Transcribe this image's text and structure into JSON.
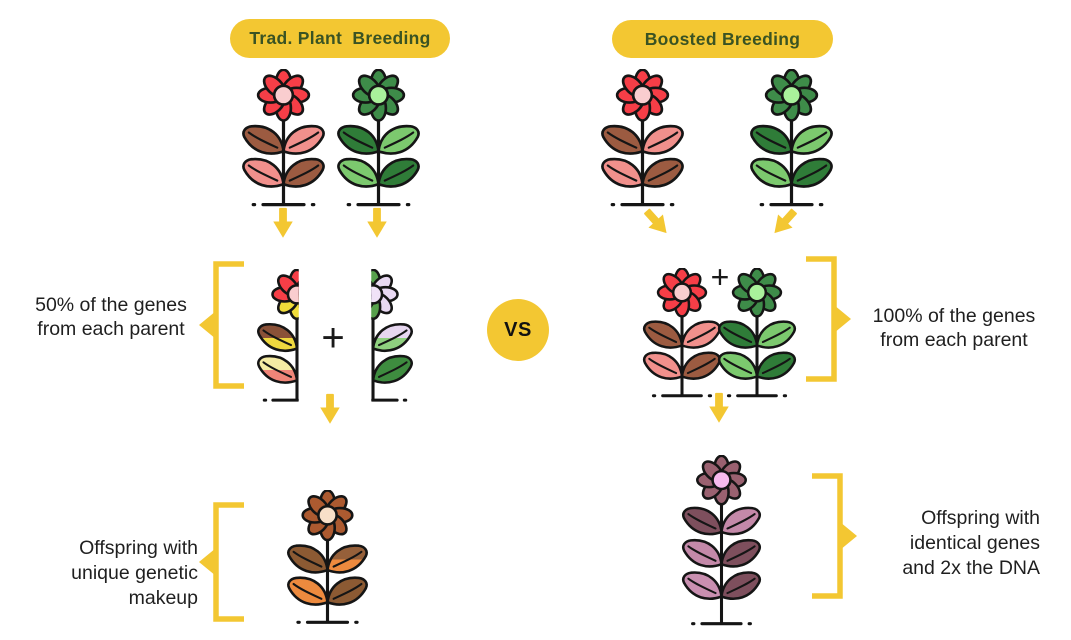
{
  "left_panel": {
    "banner_label": "Trad. Plant  Breeding",
    "plus_sign": "+",
    "mid_caption_lines": [
      "50% of the genes",
      "from each parent"
    ],
    "bottom_caption_lines": [
      "Offspring with",
      "unique genetic",
      "makeup"
    ]
  },
  "vs_label": "VS",
  "right_panel": {
    "banner_label": "Boosted Breeding",
    "plus_sign": "+",
    "mid_caption_lines": [
      "100% of the genes",
      "from each parent"
    ],
    "bottom_caption_lines": [
      "Offspring with",
      "identical genes",
      "and 2x the DNA"
    ]
  },
  "colors": {
    "background": "#FFFFFF",
    "accent_yellow": "#F3C732",
    "banner_text": "#3A5323",
    "caption_text": "#1F1F1F",
    "outline": "#151515"
  },
  "icons": {
    "down_arrow": "down-arrow",
    "diagonal_arrow": "diagonal-arrow",
    "bracket": "curly-bracket",
    "plus": "plus-sign",
    "vs_badge": "vs-circle"
  },
  "illustration": {
    "flowers": {
      "trad_parent_red": {
        "petals": "#F63E47",
        "center": "#F9CDCF",
        "rows": [
          [
            "#9C5B41",
            "#F1908C"
          ],
          [
            "#F1908C",
            "#9C5B41"
          ]
        ]
      },
      "trad_parent_green": {
        "petals": "#3E8C49",
        "center": "#A9F19B",
        "rows": [
          [
            "#2F7C38",
            "#7CC96E"
          ],
          [
            "#7CC96E",
            "#2F7C38"
          ]
        ]
      },
      "trad_half_red": {
        "half": "left",
        "center": "#F9CDCF",
        "petals": [
          "#F63E47",
          "#F63E47",
          "#F63E47",
          "#F63E47",
          "#F0DC3A",
          "#F0DC3A",
          "#F63E47",
          "#F63E47"
        ],
        "rows": [
          [
            [
              "#8A5138",
              "#EFD83F"
            ],
            null
          ],
          [
            [
              "#F5ECA4",
              "#F08578"
            ],
            null
          ]
        ]
      },
      "trad_half_purple": {
        "half": "right",
        "center": "#F0E2F7",
        "petals": [
          "#57A04C",
          "#E9D9F3",
          "#E9D9F3",
          "#E9D9F3",
          "#57A04C",
          "#E9D9F3",
          "#E9D9F3",
          "#E9D9F3"
        ],
        "rows": [
          [
            null,
            [
              "#E7D7F0",
              "#8FD07F"
            ]
          ],
          [
            null,
            "#3E8C3F"
          ]
        ]
      },
      "trad_offspring": {
        "petals": "#AC5A30",
        "center": "#F8DFC8",
        "rows": [
          [
            "#8C5A33",
            [
              "#96603A",
              "#ED8A3E"
            ]
          ],
          [
            "#ED8A3E",
            "#8C5A33"
          ]
        ]
      },
      "boost_parent_red": {
        "petals": "#F63E47",
        "center": "#F9CDCF",
        "rows": [
          [
            "#9C5B41",
            "#F1908C"
          ],
          [
            "#F1908C",
            "#9C5B41"
          ]
        ]
      },
      "boost_parent_green": {
        "petals": "#3E8C49",
        "center": "#A9F19B",
        "rows": [
          [
            "#2F7C38",
            "#7CC96E"
          ],
          [
            "#7CC96E",
            "#2F7C38"
          ]
        ]
      },
      "boost_mid_red": {
        "petals": "#F63E47",
        "center": "#F9CDCF",
        "rows": [
          [
            "#9C5B41",
            "#F1908C"
          ],
          [
            "#F1908C",
            "#9C5B41"
          ]
        ]
      },
      "boost_mid_green": {
        "petals": "#3E8C49",
        "center": "#A9F19B",
        "rows": [
          [
            "#2F7C38",
            "#7CC96E"
          ],
          [
            "#7CC96E",
            "#2F7C38"
          ]
        ]
      },
      "boost_offspring": {
        "petals": "#9A6170",
        "center": "#F7BAEE",
        "rows": [
          [
            "#7E4F5D",
            "#C489A9"
          ],
          [
            "#C489A9",
            "#7E4F5D"
          ],
          [
            "#C98FB0",
            "#7E4F5D"
          ]
        ]
      }
    }
  }
}
